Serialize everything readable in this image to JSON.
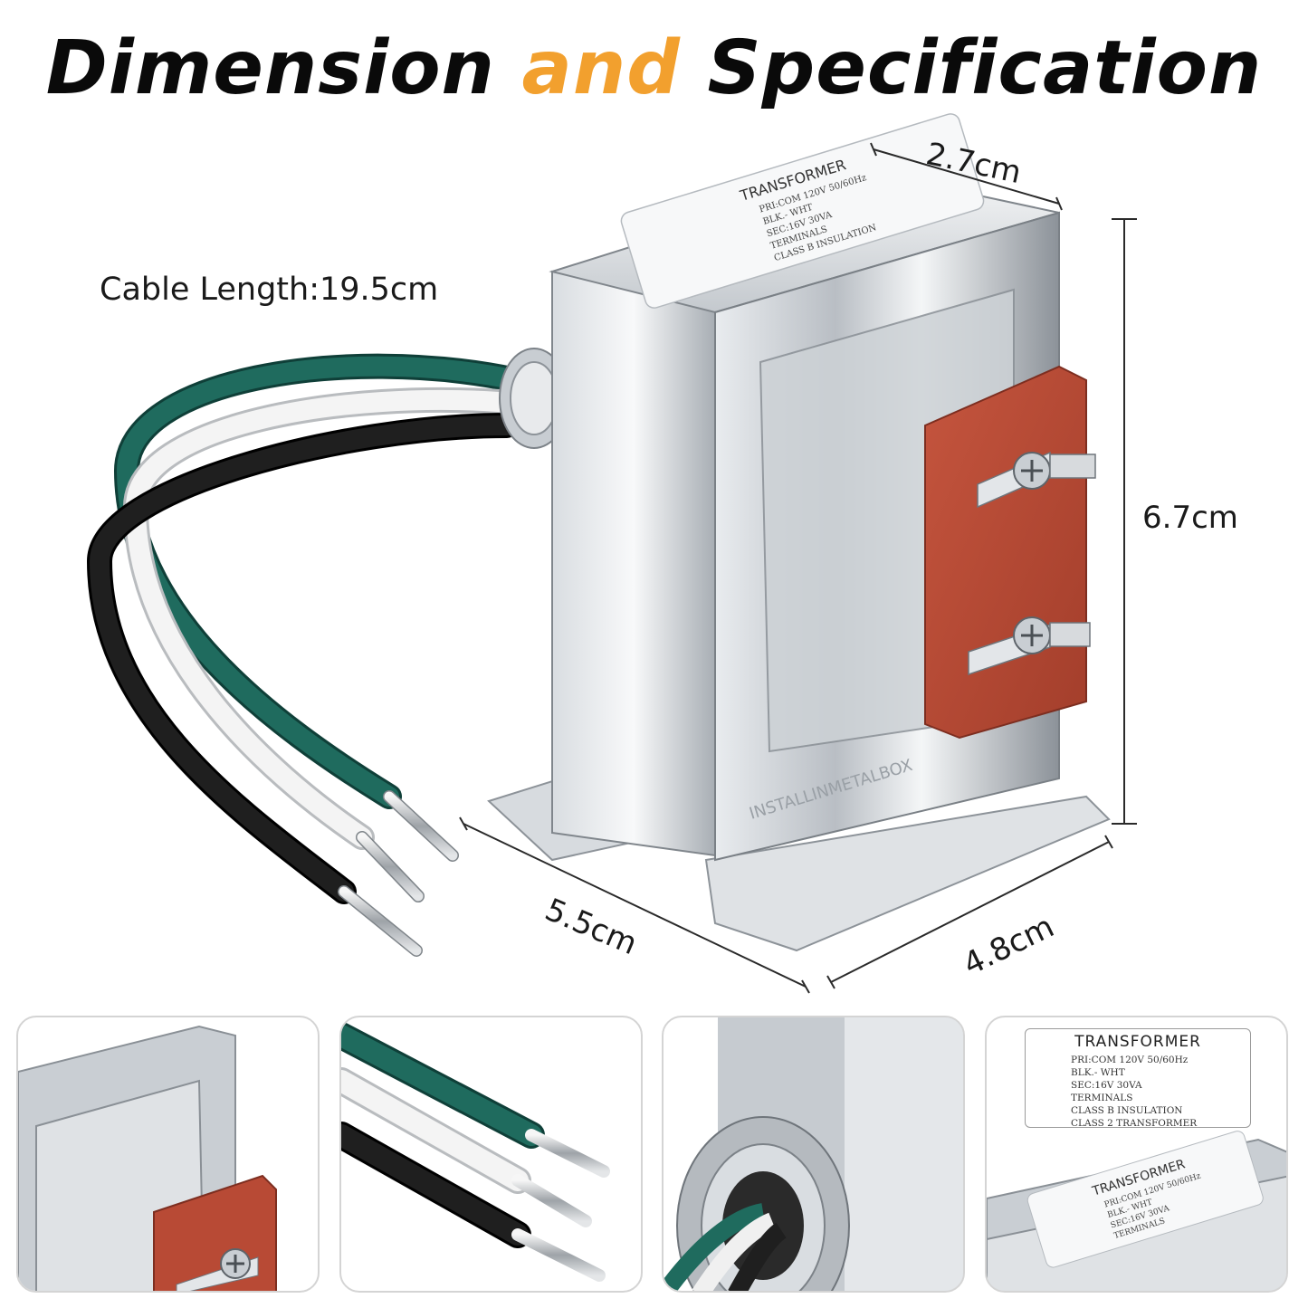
{
  "heading": {
    "part1": "Dimension",
    "part2": "and",
    "part3": "Specification",
    "accent_color": "#f2a02e"
  },
  "dimensions": {
    "cable_length": "Cable Length:19.5cm",
    "depth": "2.7cm",
    "height": "6.7cm",
    "length": "5.5cm",
    "width": "4.8cm"
  },
  "product_label": {
    "title": "TRANSFORMER",
    "lines": [
      "PRI:COM  120V  50/60Hz",
      "BLK.- WHT",
      "SEC:16V  30VA",
      "TERMINALS",
      "CLASS B INSULATION",
      "CLASS 2 TRANSFORMER"
    ]
  },
  "housing_text": "INSTALLINMETALBOX",
  "wire_colors": {
    "green": "#1f6b5e",
    "white": "#f2f2f2",
    "black": "#1b1b1b",
    "terminal_board": "#b84a35"
  }
}
